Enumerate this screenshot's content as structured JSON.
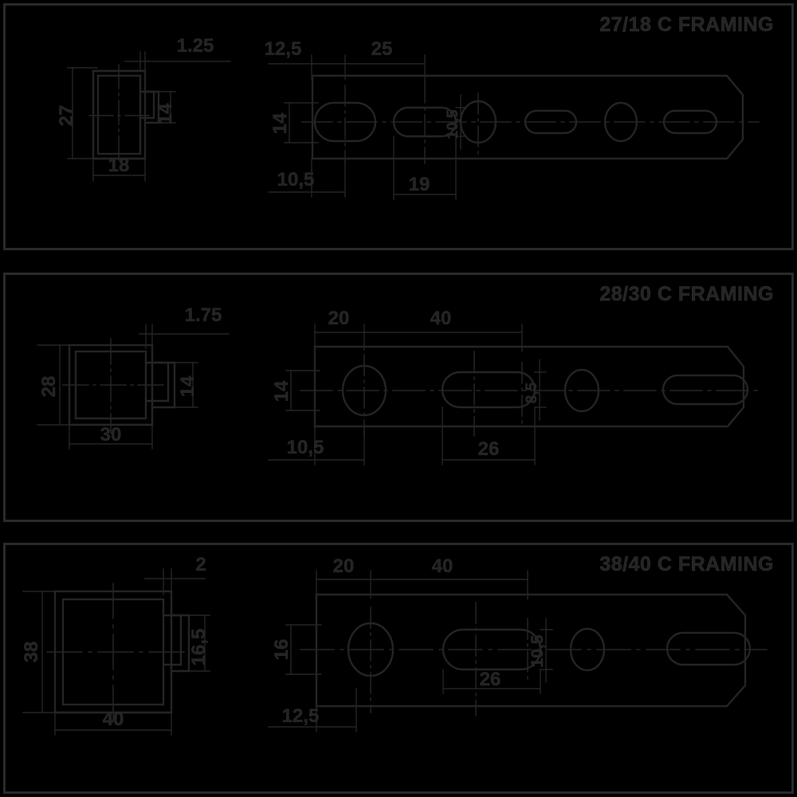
{
  "sheet": {
    "background": "#000000",
    "line_color": "#242426",
    "border_color": "#2a2a2c"
  },
  "panels": [
    {
      "id": "panel-1",
      "title": "27/18 C FRAMING",
      "section": {
        "name": "cross-section-27-18",
        "height": "27",
        "width": "18",
        "leg": "14",
        "thickness": "1.25"
      },
      "plan": {
        "name": "plan-view-27-18",
        "edge_offset": "12,5",
        "pitch": "25",
        "web_height": "14",
        "first_hole_offset": "10,5",
        "slot_length": "19",
        "slot_width": "10,5"
      }
    },
    {
      "id": "panel-2",
      "title": "28/30 C FRAMING",
      "section": {
        "name": "cross-section-28-30",
        "height": "28",
        "width": "30",
        "leg": "14",
        "thickness": "1.75"
      },
      "plan": {
        "name": "plan-view-28-30",
        "edge_offset": "20",
        "pitch": "40",
        "web_height": "14",
        "first_hole_offset": "10,5",
        "slot_length": "26",
        "slot_width": "8,5"
      }
    },
    {
      "id": "panel-3",
      "title": "38/40 C FRAMING",
      "section": {
        "name": "cross-section-38-40",
        "height": "38",
        "width": "40",
        "leg": "16,5",
        "thickness": "2"
      },
      "plan": {
        "name": "plan-view-38-40",
        "edge_offset": "20",
        "pitch": "40",
        "web_height": "16",
        "first_hole_offset": "12,5",
        "slot_length": "26",
        "slot_width": "10,5"
      }
    }
  ]
}
